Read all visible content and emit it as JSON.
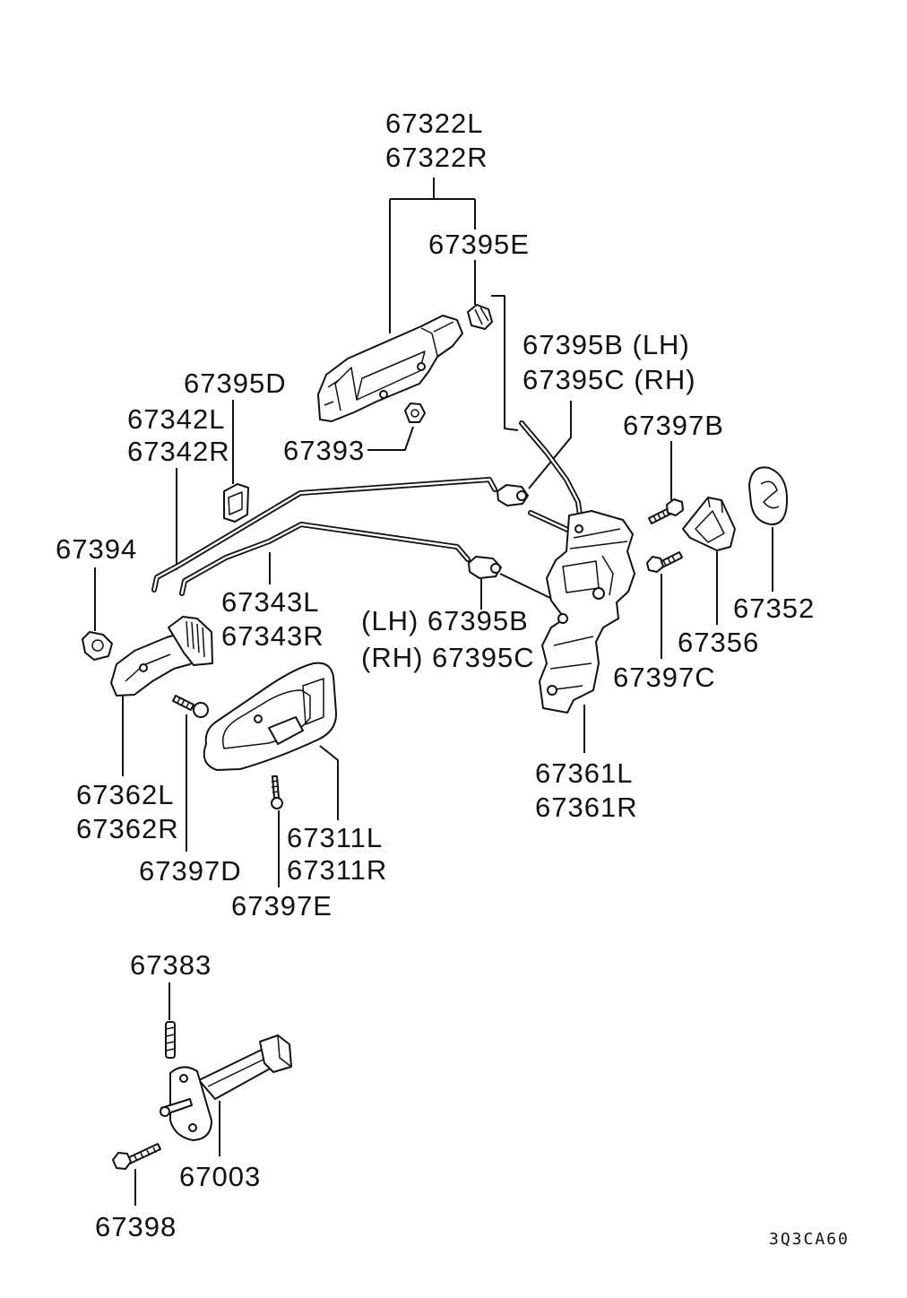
{
  "callouts": {
    "p67322L": "67322L",
    "p67322R": "67322R",
    "p67395E": "67395E",
    "p67395B_top": "67395B (LH)",
    "p67395C_top": "67395C (RH)",
    "p67395D": "67395D",
    "p67342L": "67342L",
    "p67342R": "67342R",
    "p67393": "67393",
    "p67397B": "67397B",
    "p67394": "67394",
    "p67343L": "67343L",
    "p67343R": "67343R",
    "p67395B_low": "(LH) 67395B",
    "p67395C_low": "(RH) 67395C",
    "p67352": "67352",
    "p67356": "67356",
    "p67397C": "67397C",
    "p67361L": "67361L",
    "p67361R": "67361R",
    "p67362L": "67362L",
    "p67362R": "67362R",
    "p67397D": "67397D",
    "p67311L": "67311L",
    "p67311R": "67311R",
    "p67397E": "67397E",
    "p67383": "67383",
    "p67003": "67003",
    "p67398": "67398"
  },
  "diagram_code": "3Q3CA60",
  "colors": {
    "line": "#111111",
    "background": "#ffffff"
  }
}
